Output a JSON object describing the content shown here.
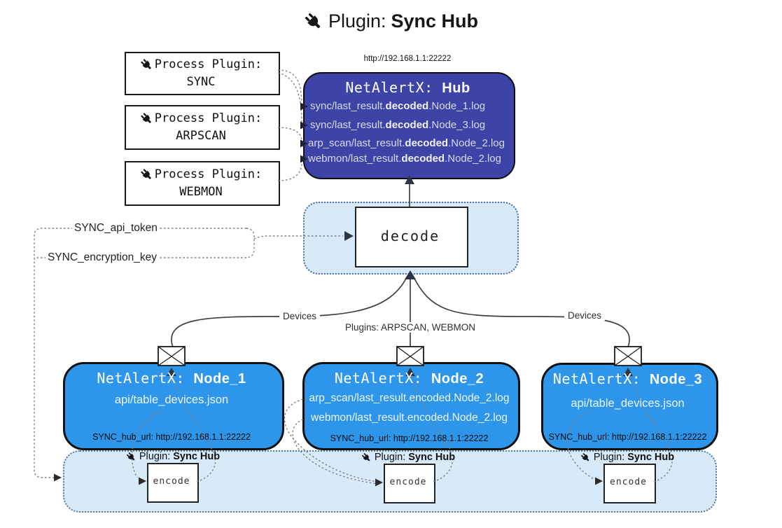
{
  "title": {
    "prefix": "Plugin:",
    "bold": "Sync Hub"
  },
  "process_plugins": [
    {
      "label": "Process Plugin:",
      "name": "SYNC"
    },
    {
      "label": "Process Plugin:",
      "name": "ARPSCAN"
    },
    {
      "label": "Process Plugin:",
      "name": "WEBMON"
    }
  ],
  "hub": {
    "url": "http://192.168.1.1:22222",
    "name_prefix": "NetAlertX:",
    "name_bold": "Hub",
    "logs": [
      {
        "pre": "sync/last_result.",
        "bold": "decoded",
        "post": ".Node_1.log"
      },
      {
        "pre": "sync/last_result.",
        "bold": "decoded",
        "post": ".Node_3.log"
      },
      {
        "pre": "arp_scan/last_result.",
        "bold": "decoded",
        "post": ".Node_2.log"
      },
      {
        "pre": "webmon/last_result.",
        "bold": "decoded",
        "post": ".Node_2.log"
      }
    ]
  },
  "decode": {
    "label": "decode"
  },
  "settings": {
    "api_token": "SYNC_api_token",
    "encryption_key": "SYNC_encryption_key"
  },
  "edges": {
    "devices_left": "Devices",
    "devices_right": "Devices",
    "plugins_middle": "Plugins: ARPSCAN, WEBMON"
  },
  "nodes": [
    {
      "name_prefix": "NetAlertX:",
      "name_bold": "Node_1",
      "files": [
        "api/table_devices.json"
      ],
      "hub_url": "SYNC_hub_url: http://192.168.1.1:22222"
    },
    {
      "name_prefix": "NetAlertX:",
      "name_bold": "Node_2",
      "files": [
        "arp_scan/last_result.encoded.Node_2.log",
        "webmon/last_result.encoded.Node_2.log"
      ],
      "hub_url": "SYNC_hub_url: http://192.168.1.1:22222"
    },
    {
      "name_prefix": "NetAlertX:",
      "name_bold": "Node_3",
      "files": [
        "api/table_devices.json"
      ],
      "hub_url": "SYNC_hub_url: http://192.168.1.1:22222"
    }
  ],
  "encoders": [
    {
      "label_prefix": "Plugin:",
      "label_bold": "Sync Hub",
      "box": "encode"
    },
    {
      "label_prefix": "Plugin:",
      "label_bold": "Sync Hub",
      "box": "encode"
    },
    {
      "label_prefix": "Plugin:",
      "label_bold": "Sync Hub",
      "box": "encode"
    }
  ],
  "colors": {
    "hub_fill": "#3e43a8",
    "node_fill": "#2e96ea",
    "panel_fill": "#d8e9f9",
    "panel_border": "#5c7b9d",
    "solid_line": "#3f3f3f",
    "dotted_line": "#7f7f7f",
    "arrow_dark": "#2c3646"
  }
}
